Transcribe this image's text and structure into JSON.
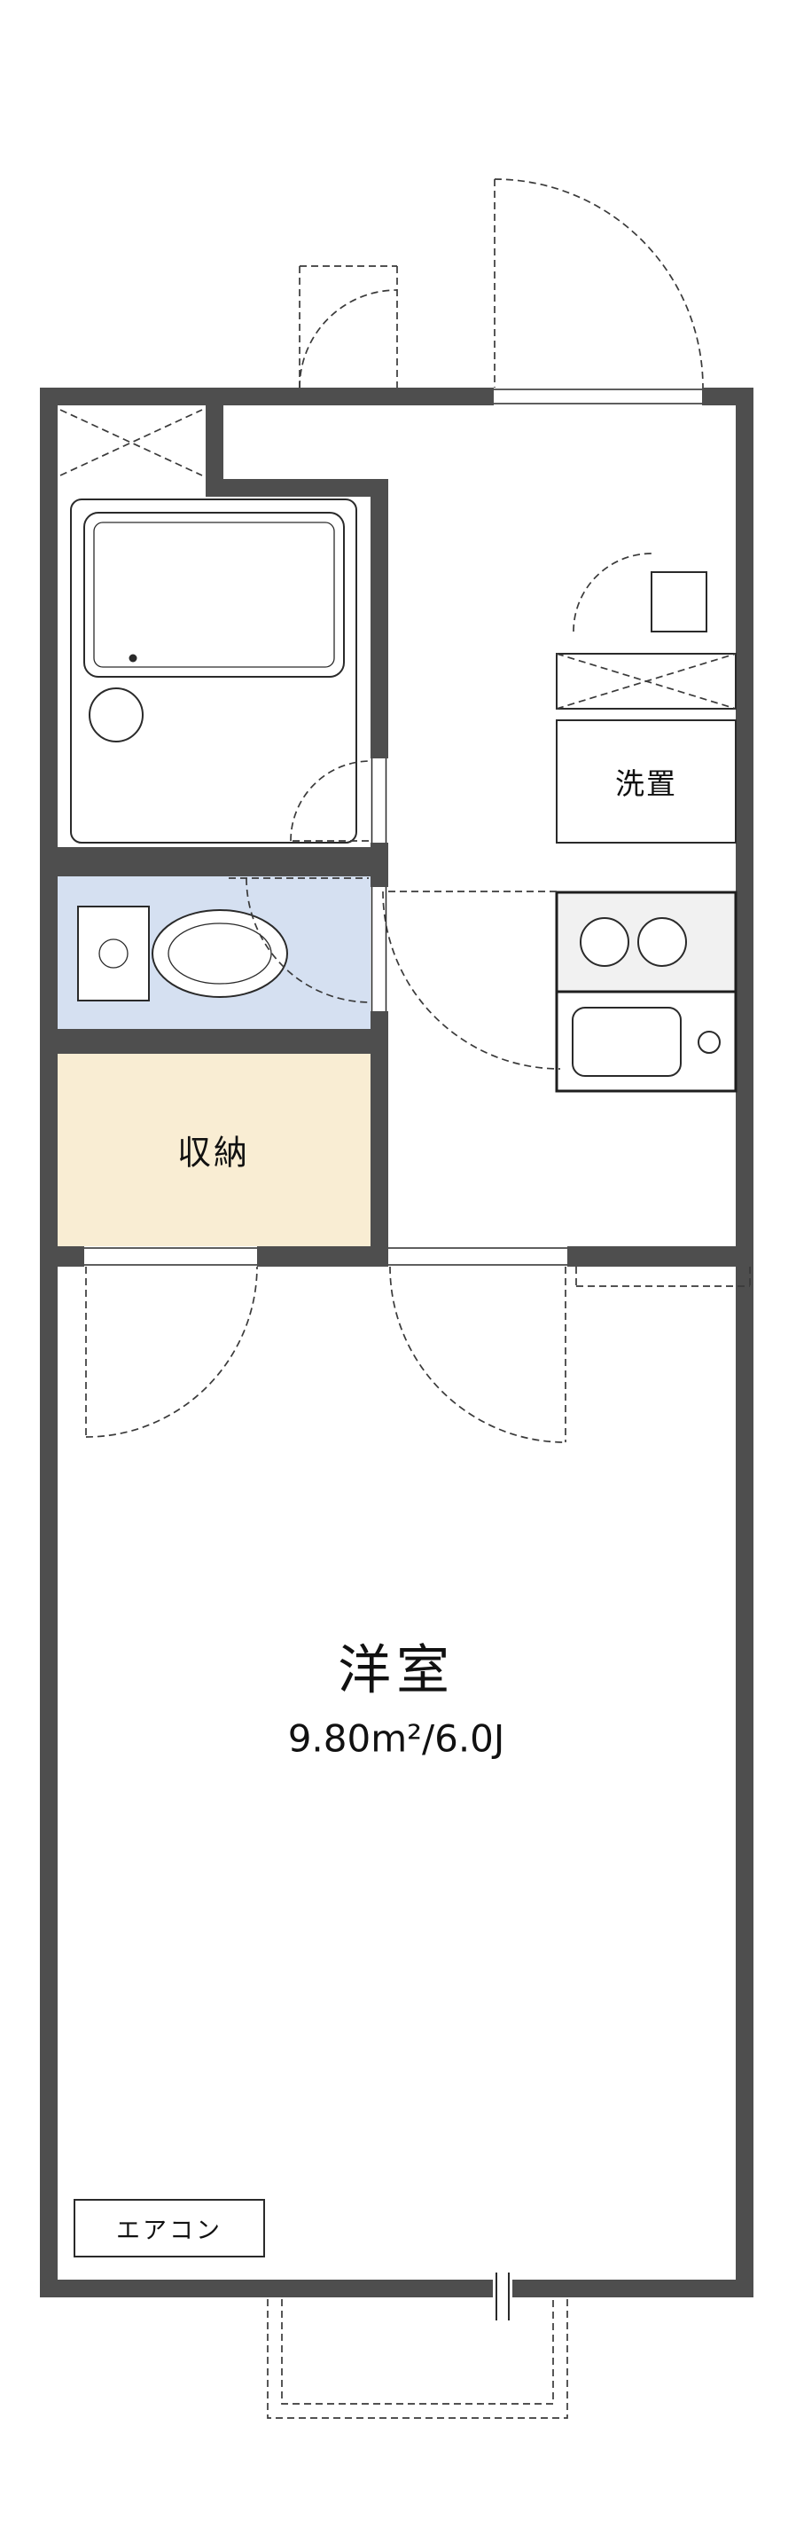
{
  "title": "apartment-floor-plan",
  "labels": {
    "room_name": "洋室",
    "room_area": "9.80m²/6.0J",
    "storage": "収納",
    "laundry": "洗置",
    "aircon": "エアコン"
  },
  "colors": {
    "wall": "#4e4e4e",
    "water_fixture": "#d5e0f1",
    "storage_fill": "#f9edd3",
    "line": "#2a2a2a",
    "background": "#ffffff"
  },
  "fixtures": [
    "unit-bath",
    "bathtub",
    "washbasin",
    "toilet",
    "toilet-tank",
    "washing-machine-space",
    "kitchen-stove",
    "kitchen-sink",
    "shoe-cabinet",
    "storage-closet",
    "air-conditioner",
    "entrance-door-swing",
    "window-swing",
    "interior-door-swings",
    "balcony-step",
    "ceiling-storage-cross"
  ]
}
